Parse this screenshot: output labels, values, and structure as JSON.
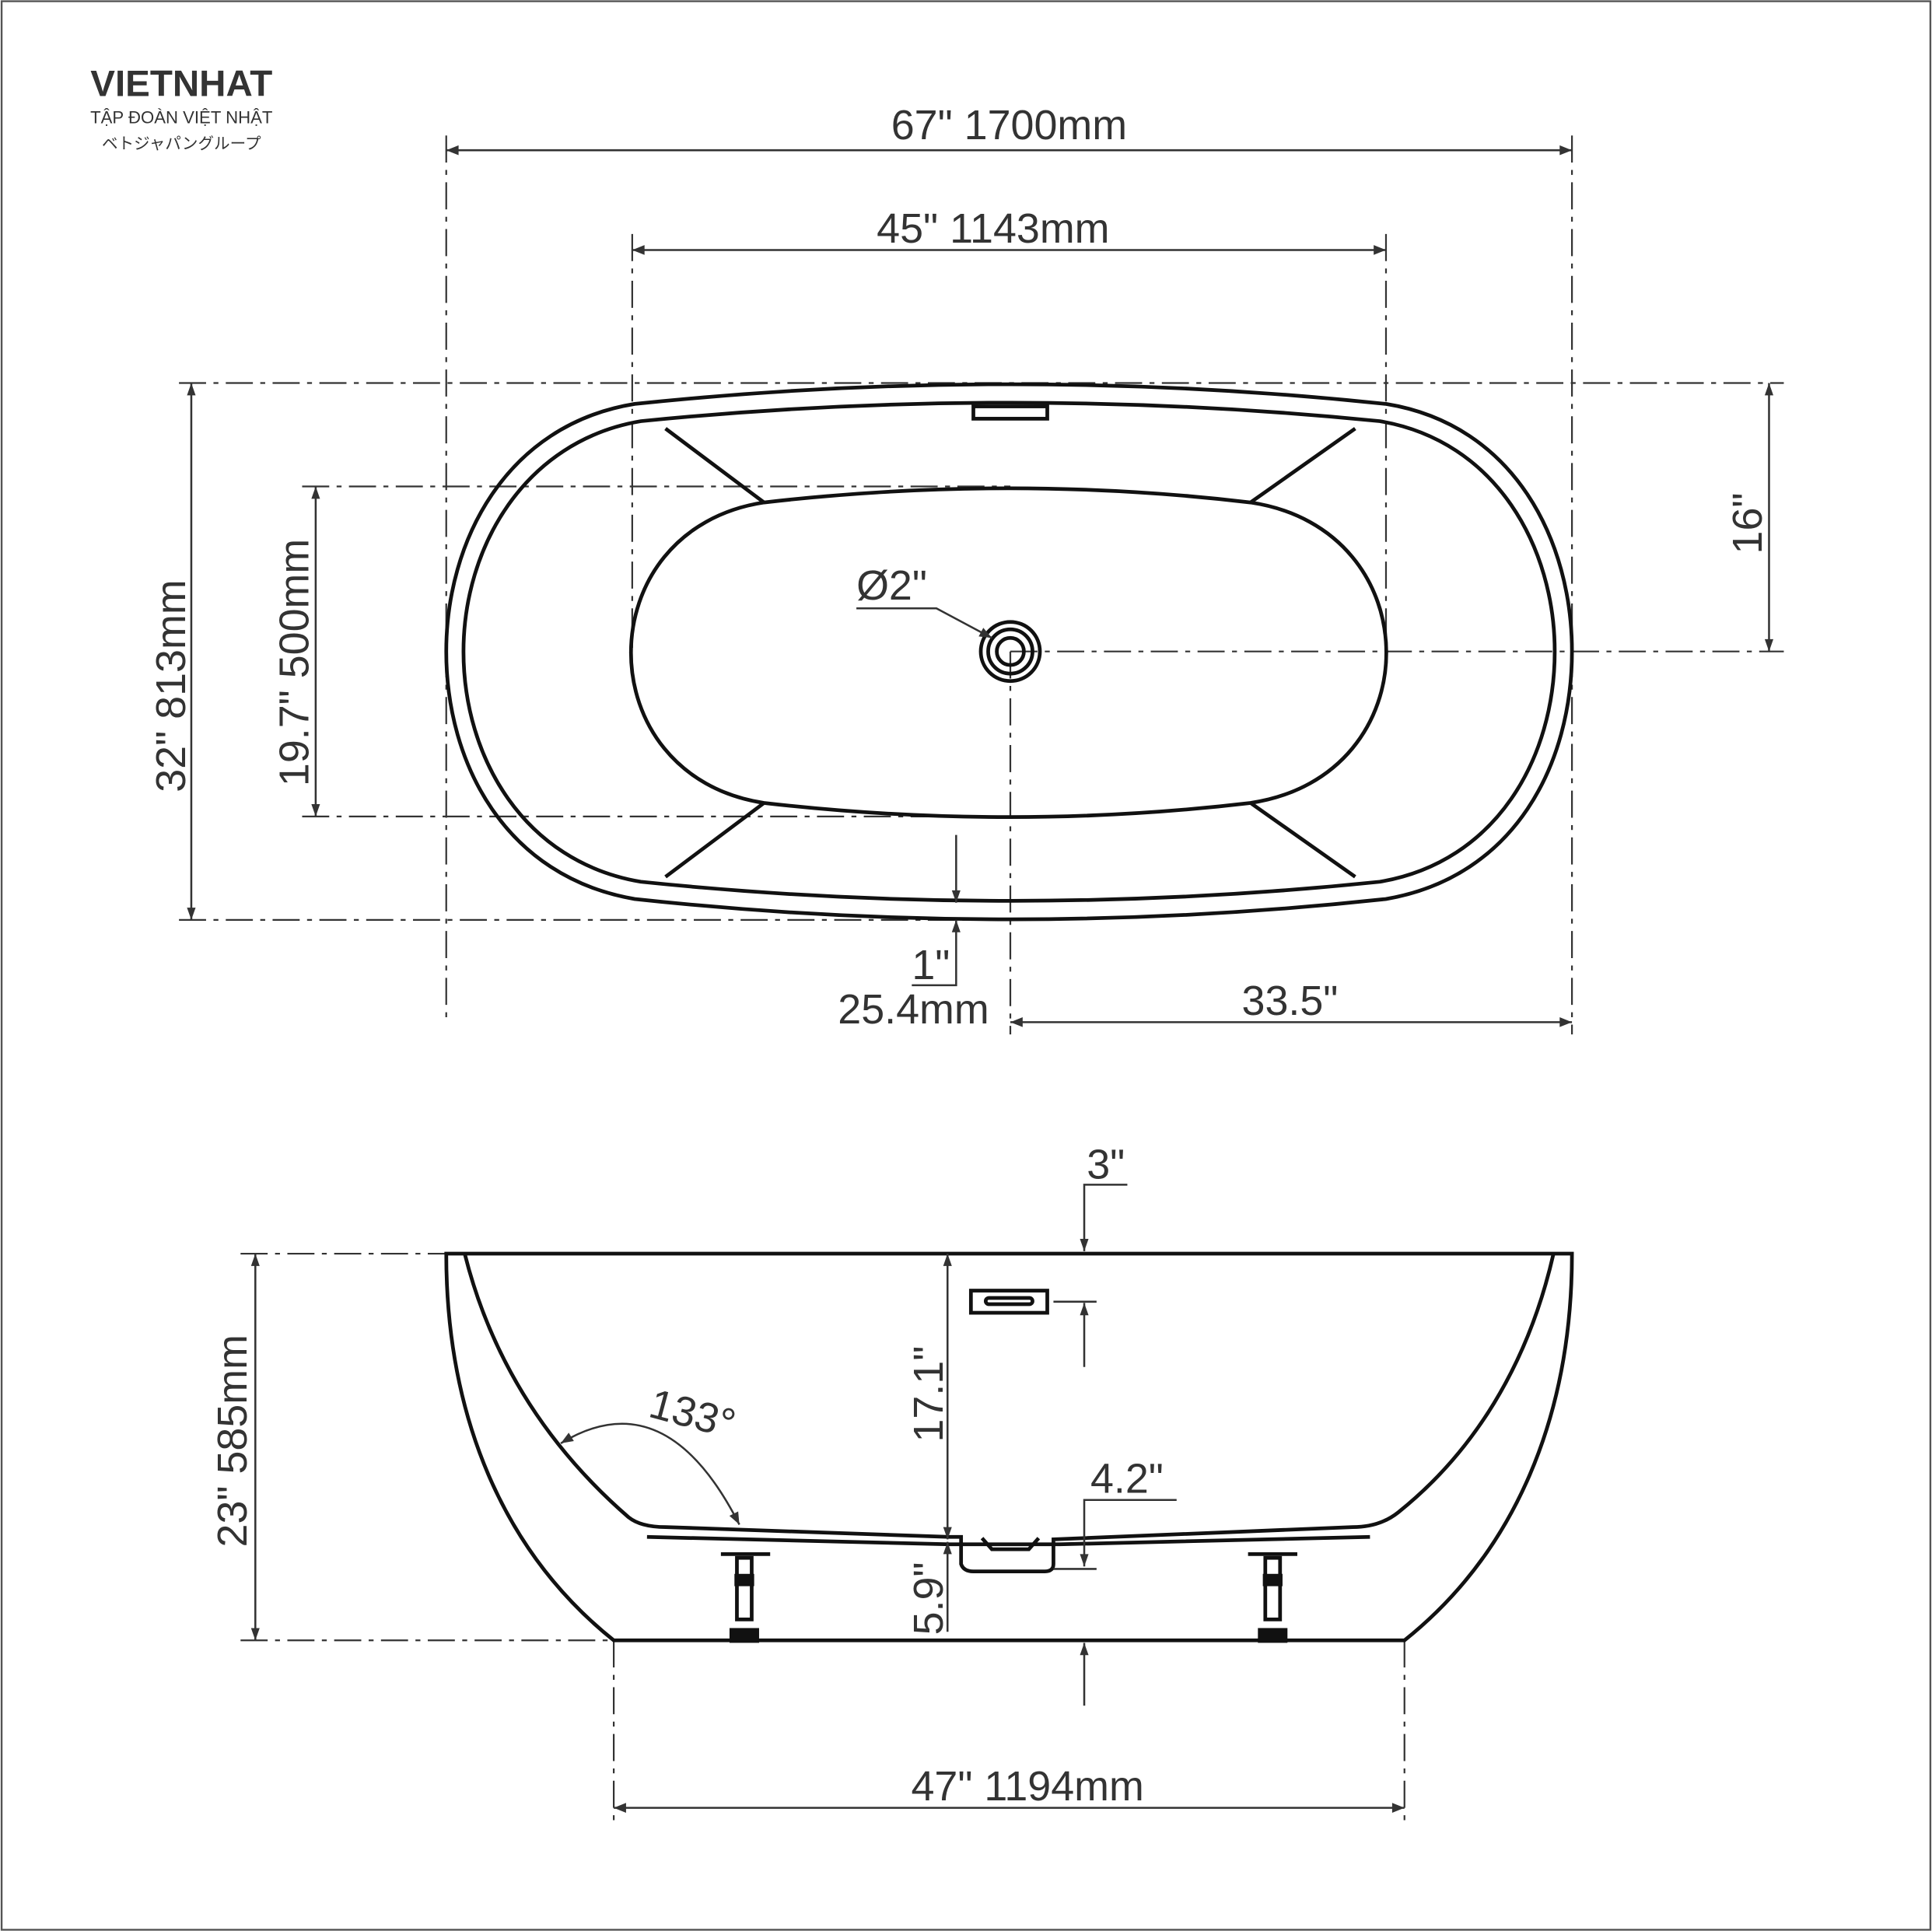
{
  "logo": {
    "brand": "VIETNHAT",
    "subtitle_vi": "TẬP ĐOÀN VIỆT NHẬT",
    "subtitle_jp": "ベトジャパングループ"
  },
  "top_view": {
    "overall_length": "67\"  1700mm",
    "inner_length": "45\"  1143mm",
    "overall_width": "32\"    813mm",
    "inner_width": "19.7\"  500mm",
    "half_width": "16\"",
    "drain": "Ø2\"",
    "rim_in": "1\"",
    "rim_mm": "25.4mm",
    "drain_offset": "33.5\""
  },
  "side_view": {
    "overflow_from_rim": "3\"",
    "height": "23\"    585mm",
    "inner_depth": "17.1\"",
    "drain_depth": "4.2\"",
    "base_height": "5.9\"",
    "angle": "133°",
    "base_length": "47\"  1194mm"
  }
}
